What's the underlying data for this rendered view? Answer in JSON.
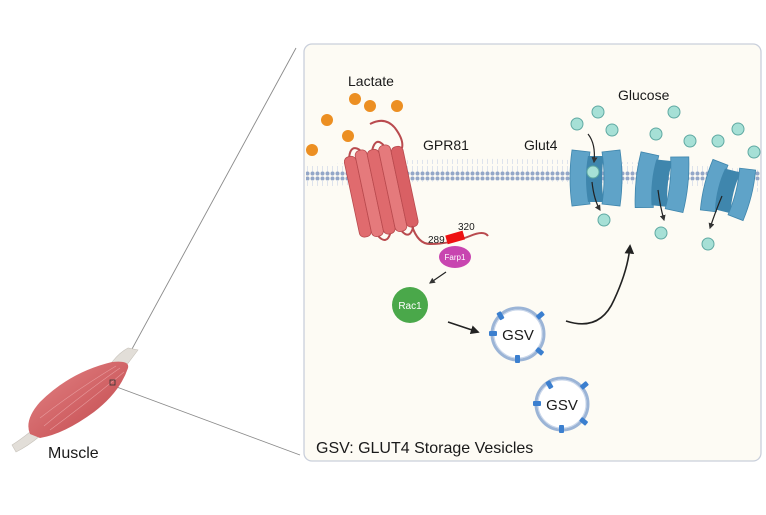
{
  "labels": {
    "lactate": "Lactate",
    "gpr81": "GPR81",
    "glut4": "Glut4",
    "glucose": "Glucose",
    "residue_start": "289",
    "residue_end": "320",
    "farp1": "Farp1",
    "rac1": "Rac1",
    "gsv_1": "GSV",
    "gsv_2": "GSV",
    "muscle": "Muscle",
    "legend": "GSV: GLUT4 Storage Vesicles"
  },
  "colors": {
    "panel_bg": "#fdfbf4",
    "panel_border": "#c9cfdb",
    "lactate": "#ec8f22",
    "glucose": "#a6e0d6",
    "glucose_stroke": "#5fa9a2",
    "gpr81": "#e06b6e",
    "gpr81_dark": "#b94a4e",
    "glut4": "#5fa3c8",
    "glut4_dark": "#3f86ad",
    "farp1": "#c845b0",
    "rac1": "#4aa84a",
    "binding_site": "#ee1111",
    "membrane": "#8ea3c6",
    "vesicle": "#9bb4d6",
    "vesicle_marker": "#3b7fcf",
    "muscle": "#d26a6c",
    "tendon": "#dedbd6"
  }
}
